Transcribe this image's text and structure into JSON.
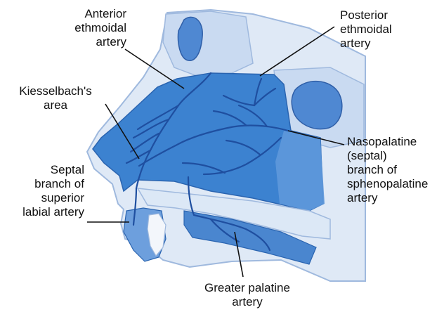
{
  "labels": {
    "anterior_ethmoidal": [
      "Anterior",
      "ethmoidal",
      "artery"
    ],
    "posterior_ethmoidal": [
      "Posterior",
      "ethmoidal",
      "artery"
    ],
    "kiesselbach": [
      "Kiesselbach's",
      "area"
    ],
    "septal_branch": [
      "Septal",
      "branch of",
      "superior",
      "labial artery"
    ],
    "nasopalatine": [
      "Nasopalatine",
      "(septal)",
      "branch of",
      "sphenopalatine",
      "artery"
    ],
    "greater_palatine": [
      "Greater palatine",
      "artery"
    ]
  },
  "colors": {
    "septum": "#3a7fcf",
    "septum_light": "#6aa0dc",
    "bone": "#c8daf0",
    "bone_dark": "#a9c4e8",
    "skin": "#dbe7f6",
    "artery": "#1f4fa0",
    "leader": "#111111"
  }
}
